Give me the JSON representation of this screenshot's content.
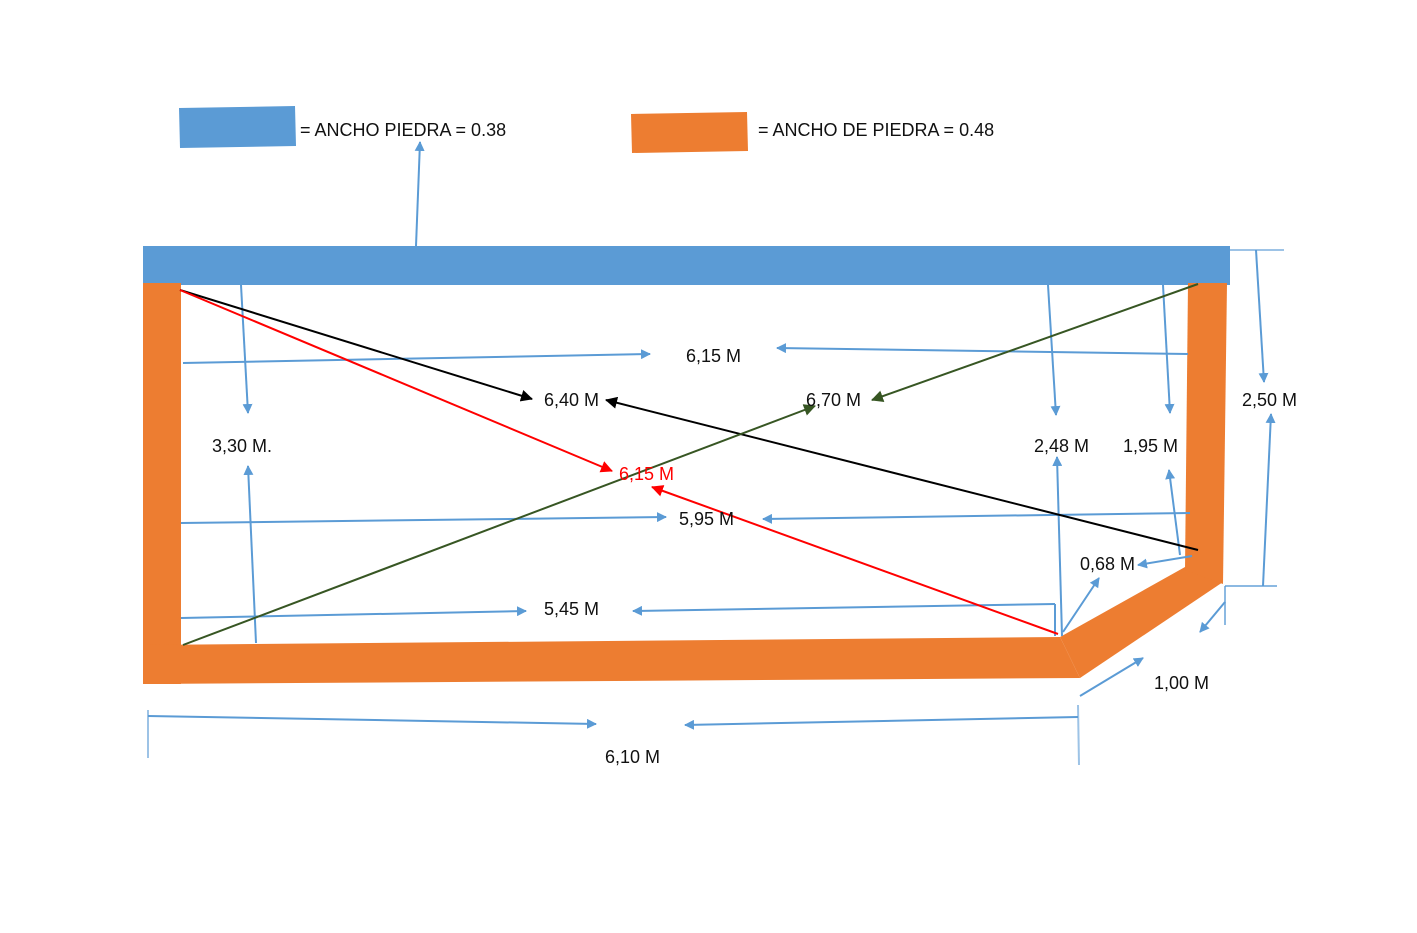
{
  "legend": {
    "items": [
      {
        "label": "= ANCHO PIEDRA = 0.38",
        "color": "#5b9bd5",
        "name": "blue-wall"
      },
      {
        "label": "= ANCHO DE PIEDRA = 0.48",
        "color": "#ed7d31",
        "name": "orange-wall"
      }
    ]
  },
  "colors": {
    "blue_wall": "#5b9bd5",
    "orange_wall": "#ed7d31",
    "dimension_line": "#5b9bd5",
    "diagonal_black": "#000000",
    "diagonal_red": "#ff0000",
    "diagonal_green": "#375623"
  },
  "dimensions": {
    "top_width": "6,15 M",
    "middle_width": "5,95 M",
    "lower_width": "5,45 M",
    "bottom_total": "6,10 M",
    "left_height": "3,30 M.",
    "right_inner_a": "2,48 M",
    "right_inner_b": "1,95 M",
    "right_outer": "2,50 M",
    "chamfer_inner": "0,68 M",
    "chamfer_outer": "1,00 M"
  },
  "diagonals": {
    "black": "6,40 M",
    "red": "6,15 M",
    "green": "6,70 M"
  }
}
